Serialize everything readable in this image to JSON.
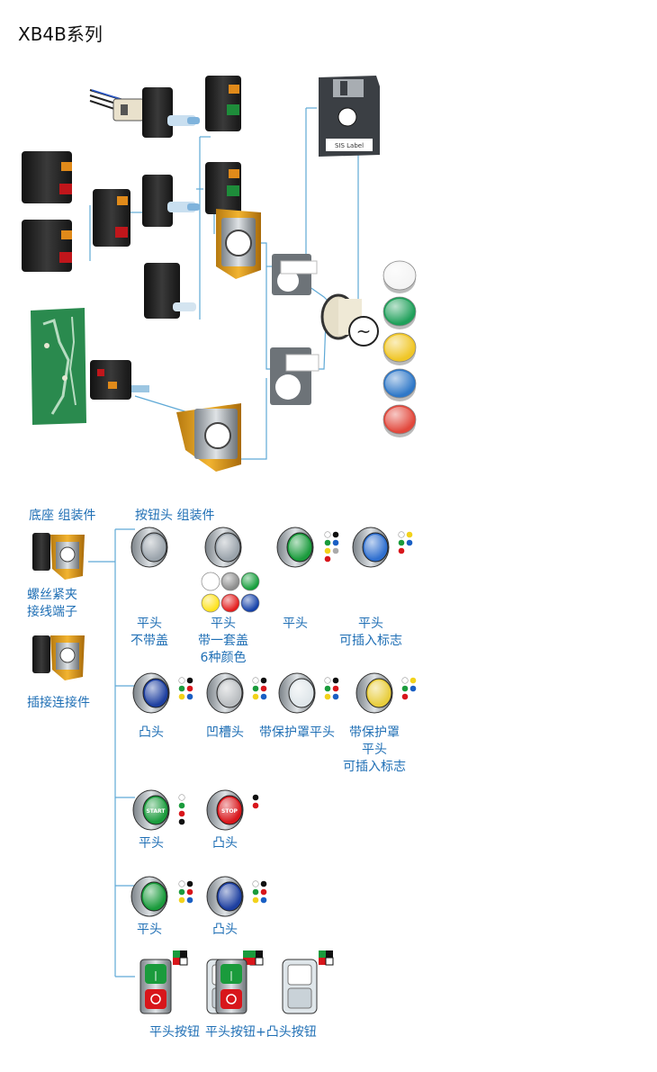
{
  "page": {
    "title": "XB4B系列"
  },
  "top_diagram": {
    "floppy_label": "SIS Label",
    "ac_symbol": "~",
    "cap_colors": [
      "#f4f4f4",
      "#1fa05a",
      "#f0c626",
      "#2f78c8",
      "#e2483c"
    ]
  },
  "headers": {
    "base": "底座 组装件",
    "head": "按钮头 组装件"
  },
  "bases": [
    {
      "label": "螺丝紧夹\n接线端子"
    },
    {
      "label": "插接连接件"
    }
  ],
  "rows": [
    {
      "items": [
        {
          "label": "平头\n不带盖",
          "button_color": "#9aa3ab"
        },
        {
          "label": "平头\n带一套盖\n6种颜色",
          "button_color": "#9aa3ab",
          "caps": [
            "#ffffff",
            "#8c8c8c",
            "#149d3a",
            "#ffe21a",
            "#e31b1b",
            "#123fa8"
          ]
        },
        {
          "label": "平头",
          "button_color": "#1a9b3c",
          "dots": [
            "#ffffff",
            "#111111",
            "#1a9b3c",
            "#1a5fc4",
            "#f2d21b",
            "#aaaaaa",
            "#d8161b"
          ]
        },
        {
          "label": "平头\n可插入标志",
          "button_color": "#2f6fcf",
          "dots": [
            "#ffffff",
            "#f2d21b",
            "#1a9b3c",
            "#1a5fc4",
            "#d8161b"
          ]
        }
      ]
    },
    {
      "items": [
        {
          "label": "凸头",
          "button_color": "#1d3fa0",
          "dots": [
            "#ffffff",
            "#111111",
            "#1a9b3c",
            "#d8161b",
            "#f2d21b",
            "#1a5fc4"
          ]
        },
        {
          "label": "凹槽头",
          "button_color": "#b9bdc0",
          "dots": [
            "#ffffff",
            "#111111",
            "#1a9b3c",
            "#d8161b",
            "#f2d21b",
            "#1a5fc4"
          ]
        },
        {
          "label": "带保护罩平头",
          "button_color": "#dfe6ea",
          "dots": [
            "#ffffff",
            "#111111",
            "#1a9b3c",
            "#d8161b",
            "#f2d21b",
            "#1a5fc4"
          ]
        },
        {
          "label": "带保护罩\n平头\n可插入标志",
          "button_color": "#e8cd3c",
          "dots": [
            "#ffffff",
            "#f2d21b",
            "#1a9b3c",
            "#1a5fc4",
            "#d8161b"
          ]
        }
      ]
    },
    {
      "items": [
        {
          "label": "平头",
          "button_color": "#1a9b3c",
          "cap_text": "START",
          "dots": [
            "#ffffff",
            "#1a9b3c",
            "#d8161b",
            "#111111"
          ]
        },
        {
          "label": "凸头",
          "button_color": "#d8161b",
          "cap_text": "STOP",
          "dots": [
            "#111111",
            "#d8161b"
          ]
        }
      ]
    },
    {
      "items": [
        {
          "label": "平头",
          "button_color": "#1a9b3c",
          "dots": [
            "#ffffff",
            "#111111",
            "#1a9b3c",
            "#d8161b",
            "#f2d21b",
            "#1a5fc4"
          ]
        },
        {
          "label": "凸头",
          "button_color": "#1d3fa0",
          "dots": [
            "#ffffff",
            "#111111",
            "#1a9b3c",
            "#d8161b",
            "#f2d21b",
            "#1a5fc4"
          ]
        }
      ]
    },
    {
      "items": [
        {
          "label": "平头按钮",
          "type": "double"
        },
        {
          "label": "平头按钮+凸头按钮",
          "type": "double"
        }
      ]
    }
  ]
}
